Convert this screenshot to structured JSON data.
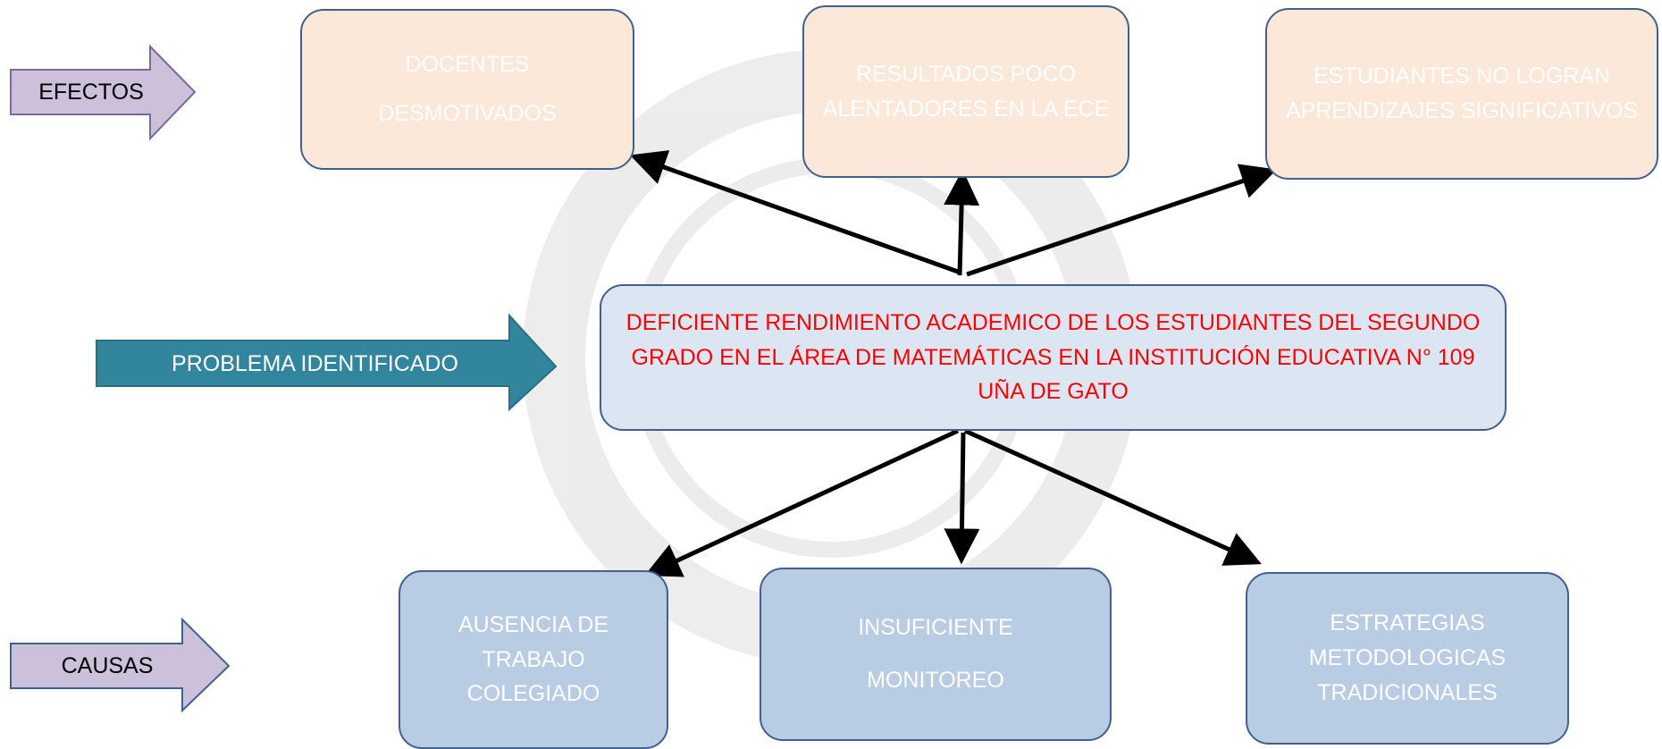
{
  "side_labels": {
    "effects": "EFECTOS",
    "problem": "PROBLEMA IDENTIFICADO",
    "causes": "CAUSAS"
  },
  "effects": [
    {
      "lines": [
        "DOCENTES",
        "DESMOTIVADOS"
      ]
    },
    {
      "lines": [
        "RESULTADOS POCO",
        "ALENTADORES EN LA ECE"
      ]
    },
    {
      "lines": [
        "ESTUDIANTES NO LOGRAN",
        "APRENDIZAJES SIGNIFICATIVOS"
      ]
    }
  ],
  "problem": {
    "lines": [
      "DEFICIENTE RENDIMIENTO ACADEMICO DE LOS ESTUDIANTES DEL SEGUNDO",
      "GRADO EN EL ÁREA DE MATEMÁTICAS EN LA INSTITUCIÓN EDUCATIVA N° 109",
      "UÑA DE GATO"
    ]
  },
  "causes": [
    {
      "lines": [
        "AUSENCIA DE",
        "TRABAJO",
        "COLEGIADO"
      ]
    },
    {
      "lines": [
        "INSUFICIENTE",
        "MONITOREO"
      ]
    },
    {
      "lines": [
        "ESTRATEGIAS",
        "METODOLOGICAS",
        "TRADICIONALES"
      ]
    }
  ],
  "colors": {
    "effect_fill": "#fce8d9",
    "cause_fill": "#b8cce4",
    "problem_fill": "#dce6f2",
    "problem_text": "#ff0000",
    "box_border": "#41608c",
    "side_arrow_purple": "#ccc0da",
    "problem_arrow_teal": "#31859c"
  }
}
